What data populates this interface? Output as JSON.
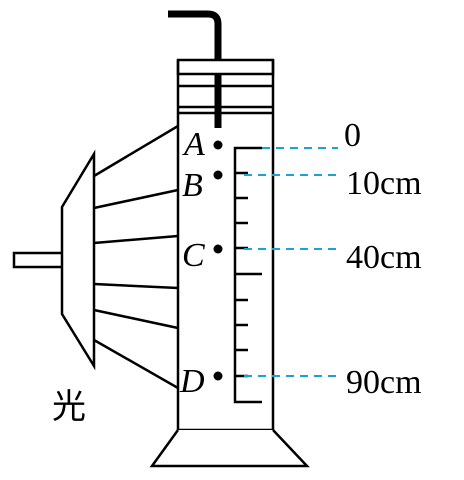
{
  "diagram": {
    "points": [
      {
        "id": "A",
        "label": "A",
        "reading": "0"
      },
      {
        "id": "B",
        "label": "B",
        "reading": "10cm"
      },
      {
        "id": "C",
        "label": "C",
        "reading": "40cm"
      },
      {
        "id": "D",
        "label": "D",
        "reading": "90cm"
      }
    ],
    "light_label": "光",
    "colors": {
      "stroke": "#000000",
      "guide_line": "#1aa3d9",
      "background": "#ffffff"
    }
  }
}
